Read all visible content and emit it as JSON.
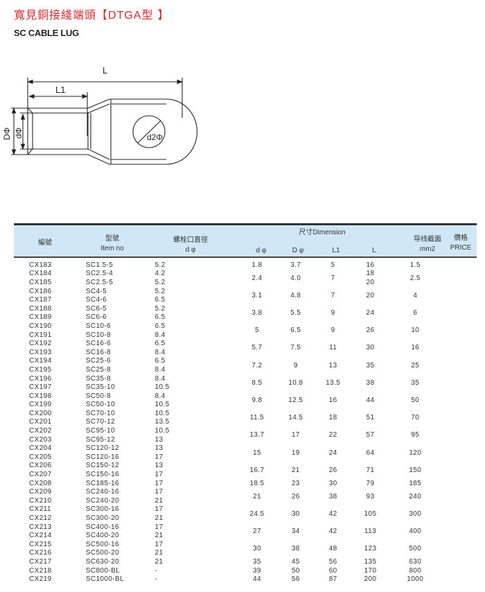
{
  "header": {
    "title_cjk": "寬見銅接綫端頭【",
    "title_latin": "DTGA",
    "title_end": "型 】",
    "subtitle": "SC CABLE LUG"
  },
  "diagram": {
    "label_L": "L",
    "label_L1": "L1",
    "label_D": "DΦ",
    "label_d": "dΦ",
    "label_d2": "d2Φ"
  },
  "table": {
    "headers": {
      "code": "編號",
      "model": "型號",
      "model_en": "Item no",
      "bolt": "螺栓口直徑",
      "bolt_sub": "d φ",
      "dimension": "尺寸Dimension",
      "d": "d φ",
      "D": "D φ",
      "L1": "L1",
      "L": "L",
      "section": "导线截面",
      "section_unit": "mm2",
      "price": "價格",
      "price_en": "PRICE"
    },
    "groups": [
      {
        "items": [
          [
            "CX183",
            "SC1.5-5",
            "5.2"
          ]
        ],
        "d": "1.8",
        "D": "3.7",
        "L1": "5",
        "L": [
          "16"
        ],
        "mm2": "1.5"
      },
      {
        "items": [
          [
            "CX184",
            "SC2.5-4",
            "4.2"
          ],
          [
            "CX185",
            "SC2.5-5",
            "5.2"
          ]
        ],
        "d": "2.4",
        "D": "4.0",
        "L1": "7",
        "L": [
          "18",
          "20"
        ],
        "mm2": "2.5"
      },
      {
        "items": [
          [
            "CX186",
            "SC4-5",
            "5.2"
          ],
          [
            "CX187",
            "SC4-6",
            "6.5"
          ]
        ],
        "d": "3.1",
        "D": "4.8",
        "L1": "7",
        "L": [
          "20"
        ],
        "mm2": "4"
      },
      {
        "items": [
          [
            "CX188",
            "SC6-5",
            "5.2"
          ],
          [
            "CX189",
            "SC6-6",
            "6.5"
          ]
        ],
        "d": "3.8",
        "D": "5.5",
        "L1": "9",
        "L": [
          "24"
        ],
        "mm2": "6"
      },
      {
        "items": [
          [
            "CX190",
            "SC10-6",
            "6.5"
          ],
          [
            "CX191",
            "SC10-8",
            "8.4"
          ]
        ],
        "d": "5",
        "D": "6.5",
        "L1": "9",
        "L": [
          "26"
        ],
        "mm2": "10"
      },
      {
        "items": [
          [
            "CX192",
            "SC16-6",
            "6.5"
          ],
          [
            "CX193",
            "SC16-8",
            "8.4"
          ]
        ],
        "d": "5.7",
        "D": "7.5",
        "L1": "11",
        "L": [
          "30"
        ],
        "mm2": "16"
      },
      {
        "items": [
          [
            "CX194",
            "SC25-6",
            "6.5"
          ],
          [
            "CX195",
            "SC25-8",
            "8.4"
          ]
        ],
        "d": "7.2",
        "D": "9",
        "L1": "13",
        "L": [
          "35"
        ],
        "mm2": "25"
      },
      {
        "items": [
          [
            "CX196",
            "SC35-8",
            "8.4"
          ],
          [
            "CX197",
            "SC35-10",
            "10.5"
          ]
        ],
        "d": "8.5",
        "D": "10.8",
        "L1": "13.5",
        "L": [
          "38"
        ],
        "mm2": "35"
      },
      {
        "items": [
          [
            "CX198",
            "SC50-8",
            "8.4"
          ],
          [
            "CX199",
            "SC50-10",
            "10.5"
          ]
        ],
        "d": "9.8",
        "D": "12.5",
        "L1": "16",
        "L": [
          "44"
        ],
        "mm2": "50"
      },
      {
        "items": [
          [
            "CX200",
            "SC70-10",
            "10.5"
          ],
          [
            "CX201",
            "SC70-12",
            "13.5"
          ]
        ],
        "d": "11.5",
        "D": "14.5",
        "L1": "18",
        "L": [
          "51"
        ],
        "mm2": "70"
      },
      {
        "items": [
          [
            "CX202",
            "SC95-10",
            "10.5"
          ],
          [
            "CX203",
            "SC95-12",
            "13"
          ]
        ],
        "d": "13.7",
        "D": "17",
        "L1": "22",
        "L": [
          "57"
        ],
        "mm2": "95"
      },
      {
        "items": [
          [
            "CX204",
            "SC120-12",
            "13"
          ],
          [
            "CX205",
            "SC120-16",
            "17"
          ]
        ],
        "d": "15",
        "D": "19",
        "L1": "24",
        "L": [
          "64"
        ],
        "mm2": "120"
      },
      {
        "items": [
          [
            "CX206",
            "SC150-12",
            "13"
          ],
          [
            "CX207",
            "SC150-16",
            "17"
          ]
        ],
        "d": "16.7",
        "D": "21",
        "L1": "26",
        "L": [
          "71"
        ],
        "mm2": "150"
      },
      {
        "items": [
          [
            "CX208",
            "SC185-16",
            "17"
          ]
        ],
        "d": "18.5",
        "D": "23",
        "L1": "30",
        "L": [
          "79"
        ],
        "mm2": "185"
      },
      {
        "items": [
          [
            "CX209",
            "SC240-16",
            "17"
          ],
          [
            "CX210",
            "SC240-20",
            "21"
          ]
        ],
        "d": "21",
        "D": "26",
        "L1": "38",
        "L": [
          "93"
        ],
        "mm2": "240"
      },
      {
        "items": [
          [
            "CX211",
            "SC300-16",
            "17"
          ],
          [
            "CX212",
            "SC300-20",
            "21"
          ]
        ],
        "d": "24.5",
        "D": "30",
        "L1": "42",
        "L": [
          "105"
        ],
        "mm2": "300"
      },
      {
        "items": [
          [
            "CX213",
            "SC400-16",
            "17"
          ],
          [
            "CX214",
            "SC400-20",
            "21"
          ]
        ],
        "d": "27",
        "D": "34",
        "L1": "42",
        "L": [
          "113"
        ],
        "mm2": "400"
      },
      {
        "items": [
          [
            "CX215",
            "SC500-16",
            "17"
          ],
          [
            "CX216",
            "SC500-20",
            "21"
          ]
        ],
        "d": "30",
        "D": "38",
        "L1": "48",
        "L": [
          "123"
        ],
        "mm2": "500"
      },
      {
        "items": [
          [
            "CX217",
            "SC630-20",
            "21"
          ]
        ],
        "d": "35",
        "D": "45",
        "L1": "56",
        "L": [
          "135"
        ],
        "mm2": "630"
      },
      {
        "items": [
          [
            "CX218",
            "SC800-BL",
            "-"
          ]
        ],
        "d": "39",
        "D": "50",
        "L1": "60",
        "L": [
          "170"
        ],
        "mm2": "800"
      },
      {
        "items": [
          [
            "CX219",
            "SC1000-BL",
            "-"
          ]
        ],
        "d": "44",
        "D": "56",
        "L1": "87",
        "L": [
          "200"
        ],
        "mm2": "1000"
      }
    ]
  }
}
